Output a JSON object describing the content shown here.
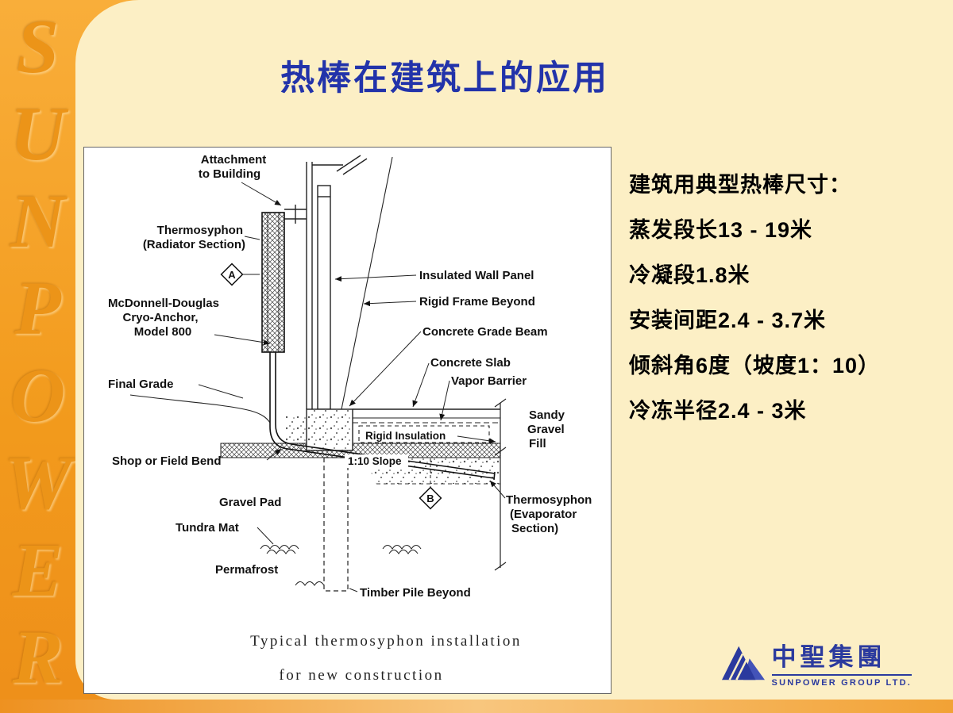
{
  "slide": {
    "title": "热棒在建筑上的应用"
  },
  "sidebar": {
    "watermark": "SUNPOWER",
    "letters": [
      "S",
      "U",
      "N",
      "P",
      "O",
      "W",
      "E",
      "R"
    ]
  },
  "specs": {
    "lines": [
      "建筑用典型热棒尺寸：",
      "蒸发段长13 - 19米",
      "冷凝段1.8米",
      "安装间距2.4 - 3.7米",
      "倾斜角6度（坡度1：10）",
      "冷冻半径2.4 - 3米"
    ]
  },
  "diagram": {
    "caption_line1": "Typical thermosyphon installation",
    "caption_line2": "for new construction",
    "markers": {
      "a": "A",
      "b": "B"
    },
    "labels": {
      "attachment_l1": "Attachment",
      "attachment_l2": "to Building",
      "thermosyphon_radiator_l1": "Thermosyphon",
      "thermosyphon_radiator_l2": "(Radiator Section)",
      "cryo_anchor_l1": "McDonnell-Douglas",
      "cryo_anchor_l2": "Cryo-Anchor,",
      "cryo_anchor_l3": "Model 800",
      "final_grade": "Final Grade",
      "shop_or_field_bend": "Shop or Field Bend",
      "gravel_pad": "Gravel Pad",
      "tundra_mat": "Tundra Mat",
      "permafrost": "Permafrost",
      "insulated_wall_panel": "Insulated Wall Panel",
      "rigid_frame_beyond": "Rigid Frame Beyond",
      "concrete_grade_beam": "Concrete Grade Beam",
      "concrete_slab": "Concrete Slab",
      "vapor_barrier": "Vapor Barrier",
      "rigid_insulation": "Rigid Insulation",
      "slope": "1:10 Slope",
      "sandy_l1": "Sandy",
      "sandy_l2": "Gravel",
      "sandy_l3": "Fill",
      "thermosyphon_evaporator_l1": "Thermosyphon",
      "thermosyphon_evaporator_l2": "(Evaporator",
      "thermosyphon_evaporator_l3": "Section)",
      "timber_pile_beyond": "Timber Pile Beyond"
    }
  },
  "logo": {
    "company": "中聖集團",
    "subtitle": "SUNPOWER GROUP LTD."
  },
  "colors": {
    "accent_orange": "#F29A1C",
    "background_cream": "#FCEFC5",
    "title_blue": "#2233AA",
    "logo_blue": "#2B3A9E"
  }
}
